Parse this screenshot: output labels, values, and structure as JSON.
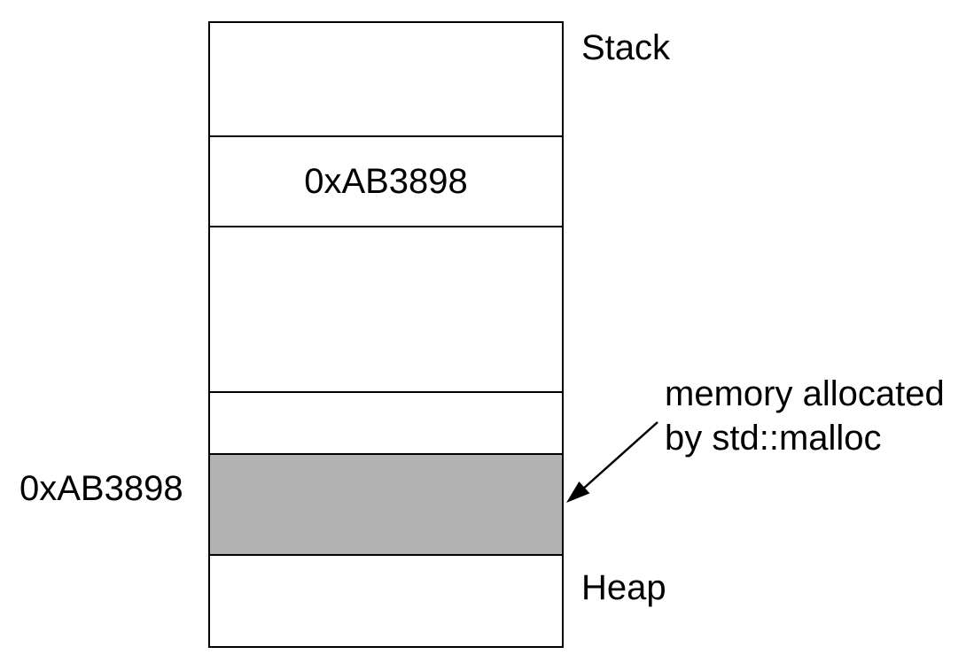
{
  "diagram": {
    "stack_label": "Stack",
    "heap_label": "Heap",
    "annotation": {
      "line1": "memory allocated",
      "line2": "by std::malloc"
    },
    "heap_address_label": "0xAB3898",
    "segments": [
      {
        "name": "stack-top-frame",
        "label": ""
      },
      {
        "name": "stack-pointer-frame",
        "label": "0xAB3898"
      },
      {
        "name": "free-memory-region",
        "label": ""
      },
      {
        "name": "heap-free-small-region",
        "label": ""
      },
      {
        "name": "heap-allocated-block",
        "label": ""
      },
      {
        "name": "heap-bottom-region",
        "label": ""
      }
    ],
    "colors": {
      "allocated_fill": "#b3b3b3",
      "line": "#000000",
      "background": "#ffffff"
    }
  }
}
